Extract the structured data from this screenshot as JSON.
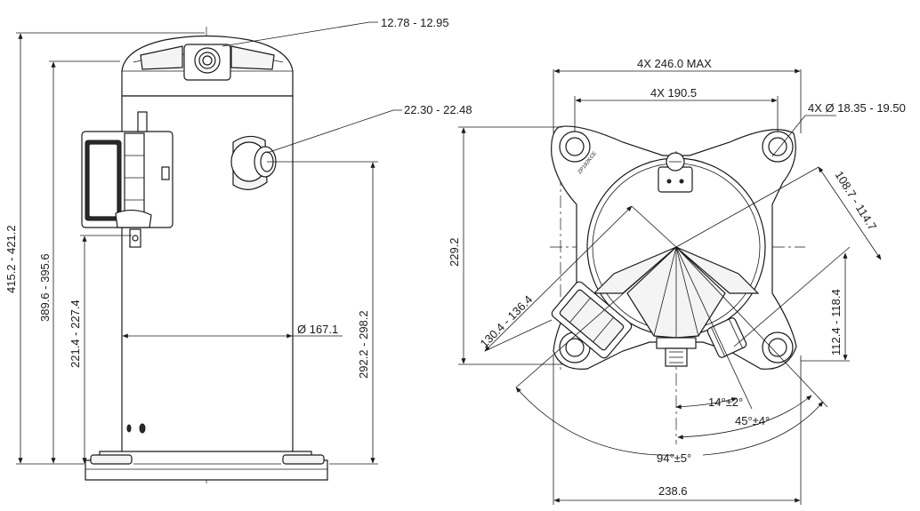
{
  "side_view": {
    "dims": {
      "d1": "12.78 - 12.95",
      "d2": "22.30 - 22.48",
      "d3": "415.2 - 421.2",
      "d4": "389.6 - 395.6",
      "d5": "221.4 - 227.4",
      "d6": "292.2 - 298.2",
      "d7": "Ø 167.1"
    }
  },
  "top_view": {
    "dims": {
      "d8": "4X 246.0 MAX",
      "d9": "4X 190.5",
      "d10": "4X Ø 18.35 - 19.50",
      "d11": "108.7 - 114.7",
      "d12": "229.2",
      "d13": "112.4 - 118.4",
      "d14": "130.4 - 136.4",
      "d15": "14°±2°",
      "d16": "45°±4°",
      "d17": "94°±5°",
      "d18": "238.6"
    },
    "stamp_text": "ZP182KCE"
  }
}
